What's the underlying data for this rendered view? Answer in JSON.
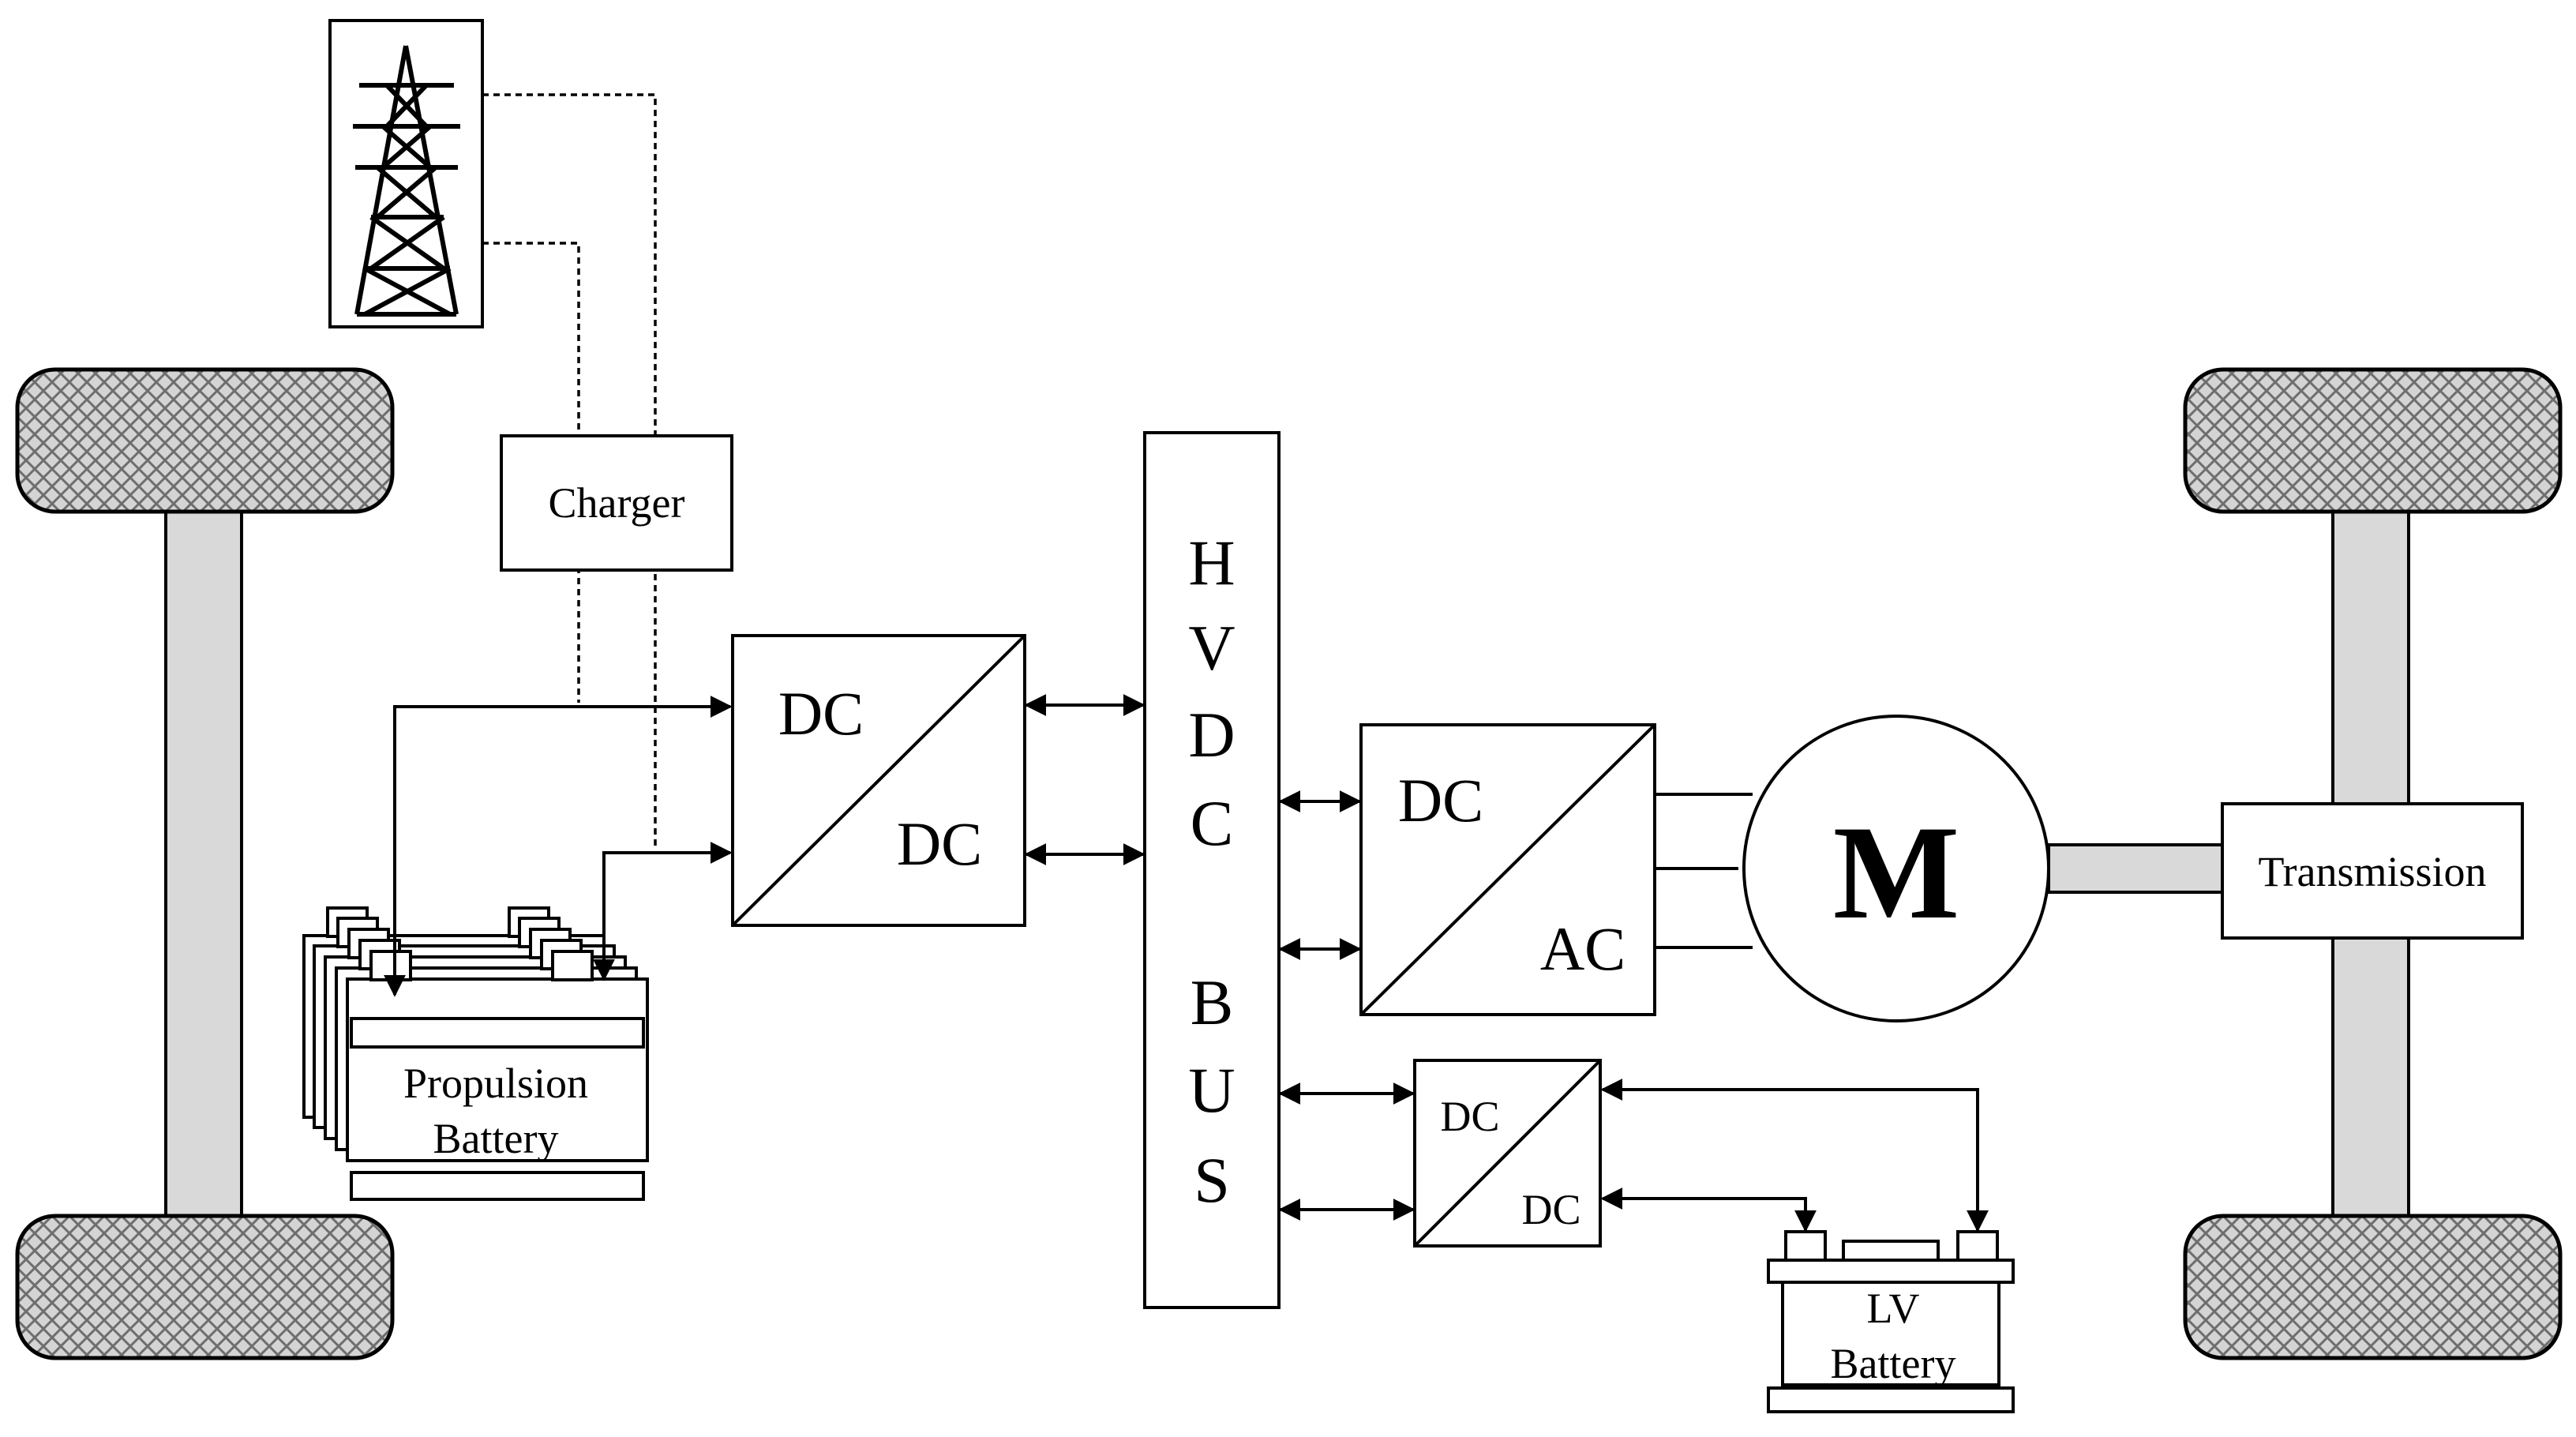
{
  "grid_source": {
    "icon": "transmission-tower-icon"
  },
  "charger": {
    "label": "Charger"
  },
  "propulsion_battery": {
    "label_line1": "Propulsion",
    "label_line2": "Battery"
  },
  "dcdc_main": {
    "input": "DC",
    "output": "DC"
  },
  "hvdc_bus": {
    "letters": [
      "H",
      "V",
      "D",
      "C",
      "B",
      "U",
      "S"
    ]
  },
  "inverter": {
    "input": "DC",
    "output": "AC"
  },
  "motor": {
    "label": "M"
  },
  "transmission": {
    "label": "Transmission"
  },
  "dcdc_lv": {
    "input": "DC",
    "output": "DC"
  },
  "lv_battery": {
    "label_line1": "LV",
    "label_line2": "Battery"
  },
  "colors": {
    "line": "#000000",
    "axle_fill": "#d9d9d9",
    "wheel_hatch": "#7a7a7a",
    "background": "#ffffff"
  }
}
